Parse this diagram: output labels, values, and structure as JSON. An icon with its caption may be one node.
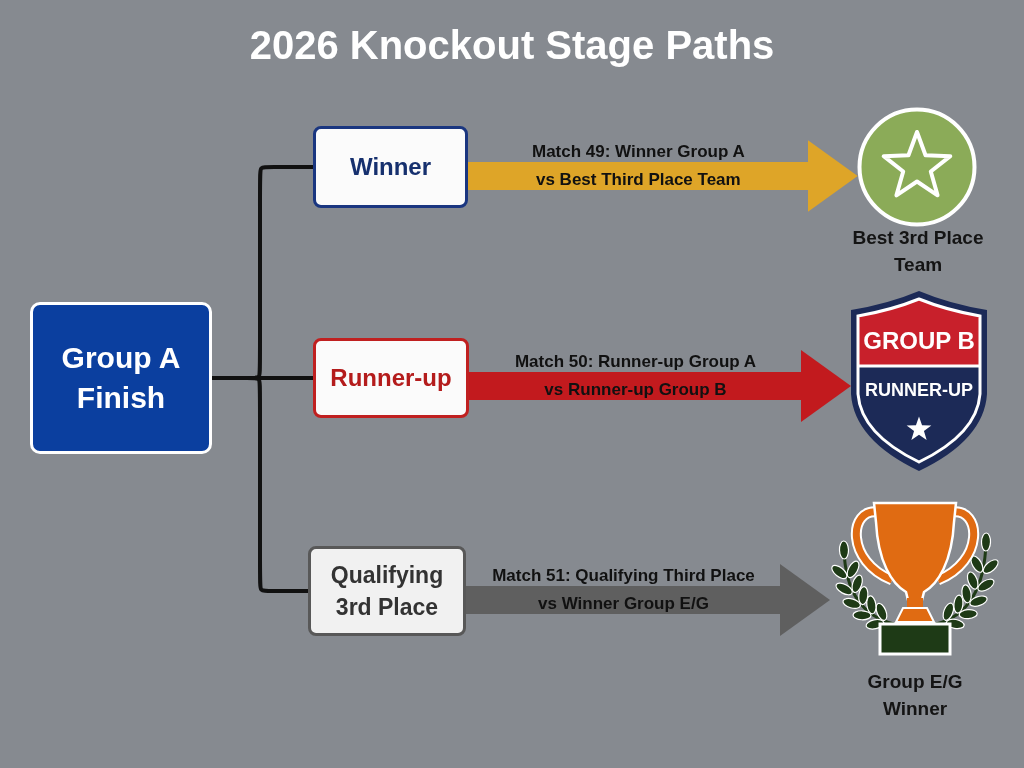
{
  "diagram": {
    "title": "2026 Knockout Stage Paths",
    "nodes": [
      {
        "text": [
          "Group A Finish"
        ]
      },
      {
        "text": [
          "Winner"
        ]
      },
      {
        "text": [
          "Runner-up"
        ]
      },
      {
        "text": [
          "Qualifying 3rd Place"
        ]
      },
      {
        "text": [],
        "shape": "circle",
        "beside": [
          "Best 3rd Place Team"
        ]
      },
      {
        "text": [
          "GROUP B",
          "RUNNER-UP"
        ]
      },
      {
        "text": [],
        "shape": "picture",
        "beside": [
          "Group E/G Winner"
        ]
      }
    ],
    "edges": [
      {
        "from": 0,
        "to": 1,
        "arrow": "none"
      },
      {
        "from": 0,
        "to": 2,
        "arrow": "none"
      },
      {
        "from": 0,
        "to": 3,
        "arrow": "none"
      },
      {
        "from": 1,
        "to": 4,
        "arrow": "to",
        "label": "Match 49: Winner Group A vs Best Third Place Team",
        "style": "thick",
        "color": "#dea528"
      },
      {
        "from": 2,
        "to": 5,
        "arrow": "to",
        "label": "Match 50: Runner-up Group A vs Runner-up Group B",
        "style": "thick",
        "color": "#c21a1e"
      },
      {
        "from": 3,
        "to": 6,
        "arrow": "to",
        "label": "Match 51: Qualifying Third Place vs Winner Group E/G",
        "style": "thick",
        "color": "#5f5f5f"
      }
    ]
  }
}
